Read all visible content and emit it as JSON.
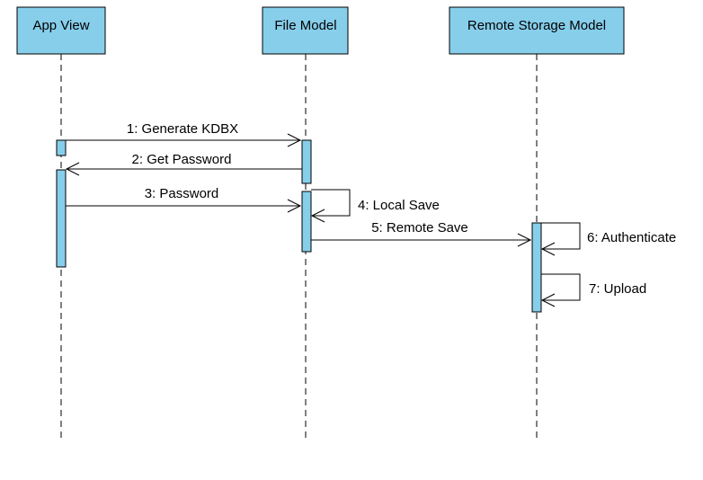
{
  "colors": {
    "lifeline_head_fill": "#87ceeb",
    "activation_fill": "#87ceeb",
    "stroke": "#000000",
    "background": "#ffffff"
  },
  "lifelines": [
    {
      "name": "App View"
    },
    {
      "name": "File Model"
    },
    {
      "name": "Remote Storage Model"
    }
  ],
  "messages": [
    {
      "label": "1: Generate KDBX",
      "from": 0,
      "to": 1,
      "kind": "call"
    },
    {
      "label": "2: Get Password",
      "from": 1,
      "to": 0,
      "kind": "call"
    },
    {
      "label": "3: Password",
      "from": 0,
      "to": 1,
      "kind": "call"
    },
    {
      "label": "4: Local Save",
      "from": 1,
      "to": 1,
      "kind": "self"
    },
    {
      "label": "5: Remote Save",
      "from": 1,
      "to": 2,
      "kind": "call"
    },
    {
      "label": "6: Authenticate",
      "from": 2,
      "to": 2,
      "kind": "self"
    },
    {
      "label": "7: Upload",
      "from": 2,
      "to": 2,
      "kind": "self"
    }
  ]
}
